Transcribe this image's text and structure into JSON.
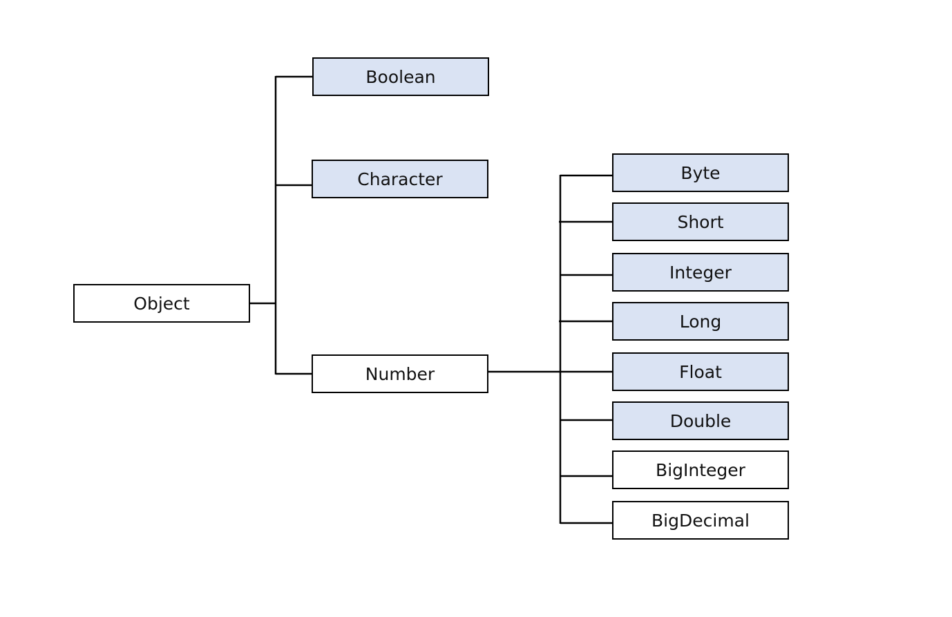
{
  "diagram": {
    "root": {
      "label": "Object"
    },
    "children": [
      {
        "label": "Boolean",
        "highlighted": true
      },
      {
        "label": "Character",
        "highlighted": true
      },
      {
        "label": "Number",
        "highlighted": false
      }
    ],
    "number_children": [
      {
        "label": "Byte",
        "highlighted": true
      },
      {
        "label": "Short",
        "highlighted": true
      },
      {
        "label": "Integer",
        "highlighted": true
      },
      {
        "label": "Long",
        "highlighted": true
      },
      {
        "label": "Float",
        "highlighted": true
      },
      {
        "label": "Double",
        "highlighted": true
      },
      {
        "label": "BigInteger",
        "highlighted": false
      },
      {
        "label": "BigDecimal",
        "highlighted": false
      }
    ]
  },
  "colors": {
    "highlight_fill": "#dae3f3",
    "plain_fill": "#ffffff",
    "line": "#000000"
  }
}
